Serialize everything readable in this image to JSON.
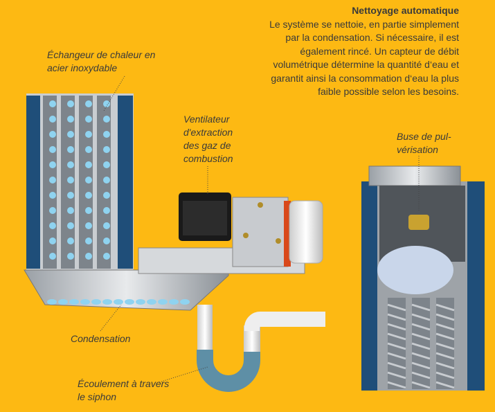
{
  "info": {
    "title": "Nettoyage automatique",
    "lines": [
      "Le système se nettoie, en partie simplement",
      "par la condensation. Si nécessaire, il est",
      "également rincé. Un capteur de débit",
      "volumétrique détermine la quantité d‘eau et",
      "garantit ainsi la consommation d‘eau la plus",
      "faible possible selon les besoins."
    ]
  },
  "labels": {
    "heat_exchanger": [
      "Échangeur de chaleur en",
      "acier inoxydable"
    ],
    "fan": [
      "Ventilateur",
      "d'extraction",
      "des gaz de",
      "combustion"
    ],
    "nozzle": [
      "Buse de pul-",
      "vérisation"
    ],
    "condensation": [
      "Condensation"
    ],
    "siphon": [
      "Écoulement à travers",
      "le siphon"
    ]
  },
  "colors": {
    "background": "#FDB913",
    "panel": "#1F4E79",
    "water": "#8FD3F0"
  }
}
